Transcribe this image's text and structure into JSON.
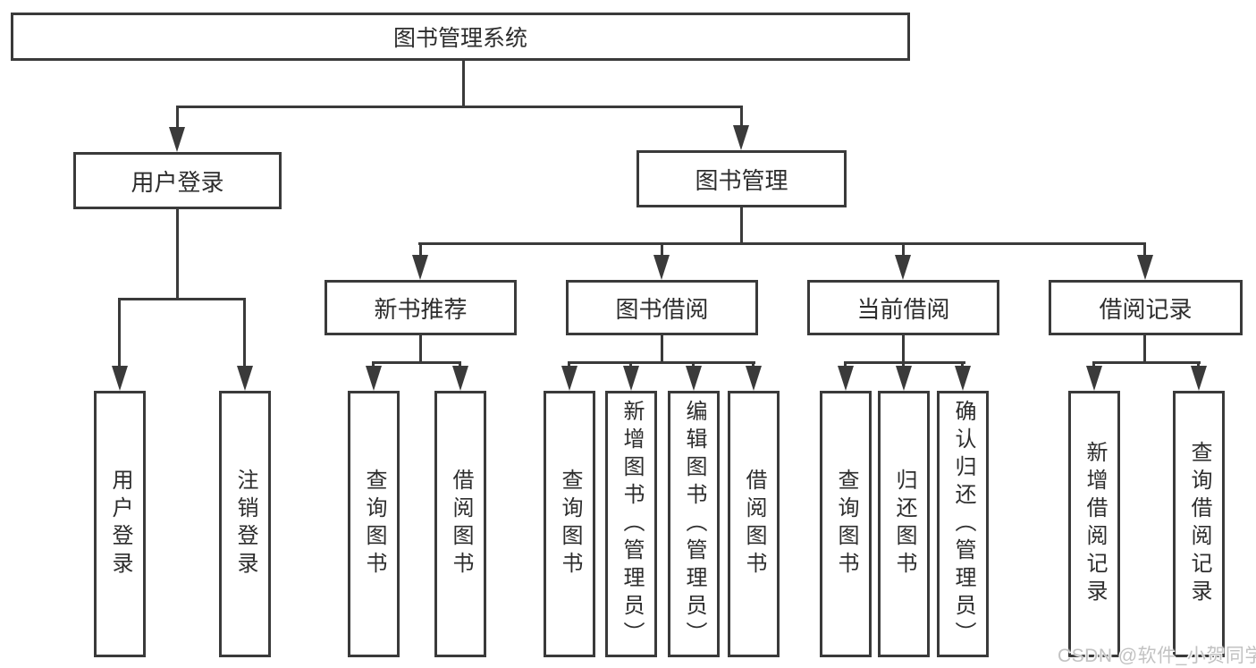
{
  "diagram": {
    "root": {
      "label": "图书管理系统"
    },
    "level2": [
      {
        "label": "用户登录"
      },
      {
        "label": "图书管理"
      }
    ],
    "level3": [
      {
        "label": "新书推荐"
      },
      {
        "label": "图书借阅"
      },
      {
        "label": "当前借阅"
      },
      {
        "label": "借阅记录"
      }
    ],
    "leaves": {
      "user_login": [
        "用户登录",
        "注销登录"
      ],
      "new_book": [
        "查询图书",
        "借阅图书"
      ],
      "book_borrow": [
        "查询图书",
        "新增图书（管理员）",
        "编辑图书（管理员）",
        "借阅图书"
      ],
      "current_borrow": [
        "查询图书",
        "归还图书",
        "确认归还（管理员）"
      ],
      "borrow_record": [
        "新增借阅记录",
        "查询借阅记录"
      ]
    }
  },
  "watermark": {
    "text": "CSDN @软件_小贺同学"
  },
  "colors": {
    "line": "#3a3a3a",
    "text": "#2d2d2d",
    "background": "#ffffff",
    "watermark": "#c2c2c2"
  }
}
